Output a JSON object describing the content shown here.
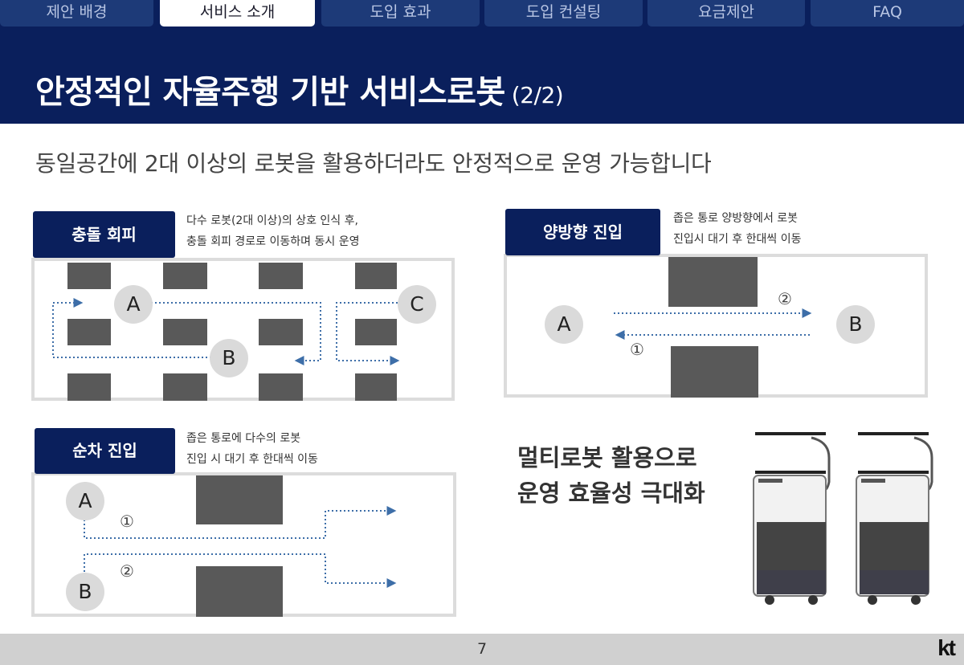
{
  "nav": {
    "tabs": [
      {
        "label": "제안 배경",
        "active": false
      },
      {
        "label": "서비스 소개",
        "active": true
      },
      {
        "label": "도입 효과",
        "active": false
      },
      {
        "label": "도입 컨설팅",
        "active": false
      },
      {
        "label": "요금제안",
        "active": false
      },
      {
        "label": "FAQ",
        "active": false
      }
    ]
  },
  "header": {
    "title": "안정적인 자율주행 기반 서비스로봇",
    "page_indicator": "(2/2)",
    "subtitle": "동일공간에 2대 이상의 로봇을 활용하더라도 안정적으로 운영 가능합니다"
  },
  "sections": {
    "collision": {
      "label": "충돌 회피",
      "desc_line1": "다수 로봇(2대 이상)의 상호 인식 후,",
      "desc_line2": "충돌  회피 경로로 이동하며 동시 운영",
      "nodes": [
        "A",
        "B",
        "C"
      ]
    },
    "bidirectional": {
      "label": "양방향 진입",
      "desc_line1": "좁은 통로 양방향에서 로봇",
      "desc_line2": "진입시 대기 후 한대씩 이동",
      "nodes": [
        "A",
        "B"
      ],
      "markers": [
        "②",
        "①"
      ]
    },
    "sequential": {
      "label": "순차 진입",
      "desc_line1": "좁은 통로에 다수의 로봇",
      "desc_line2": "진입 시 대기 후 한대씩 이동",
      "nodes": [
        "A",
        "B"
      ],
      "markers": [
        "①",
        "②"
      ]
    }
  },
  "tagline": {
    "line1": "멀티로봇 활용으로",
    "line2": "운영 효율성 극대화"
  },
  "footer": {
    "page_number": "7",
    "logo_text": "kt"
  },
  "colors": {
    "navy": "#0a1f5c",
    "tab": "#1d3a78",
    "block": "#595959",
    "path": "#3d6ea8"
  }
}
